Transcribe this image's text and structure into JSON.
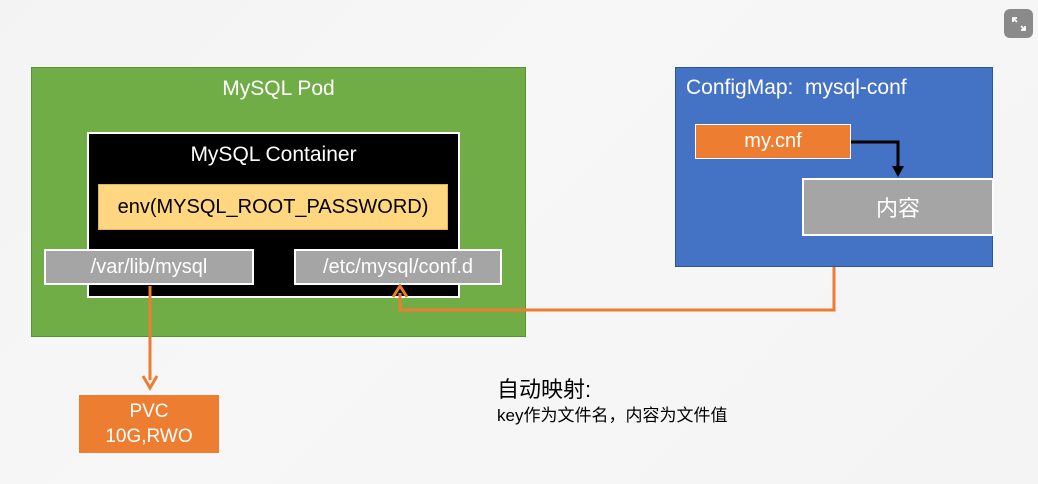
{
  "pod": {
    "title": "MySQL Pod"
  },
  "container": {
    "title": "MySQL Container",
    "env": "env(MYSQL_ROOT_PASSWORD)"
  },
  "volumes": {
    "data_path": "/var/lib/mysql",
    "config_path": "/etc/mysql/conf.d"
  },
  "pvc": {
    "name": "PVC",
    "spec": "10G,RWO"
  },
  "configmap": {
    "title": "ConfigMap:  mysql-conf",
    "key": "my.cnf",
    "value": "内容"
  },
  "note": {
    "title": "自动映射:",
    "body": "key作为文件名，内容为文件值"
  },
  "colors": {
    "pod": "#71ad47",
    "container": "#000000",
    "env": "#ffd780",
    "path": "#a5a5a5",
    "orange": "#ed7d31",
    "configmap": "#4472c4"
  },
  "icons": {
    "expand": "expand-icon"
  }
}
